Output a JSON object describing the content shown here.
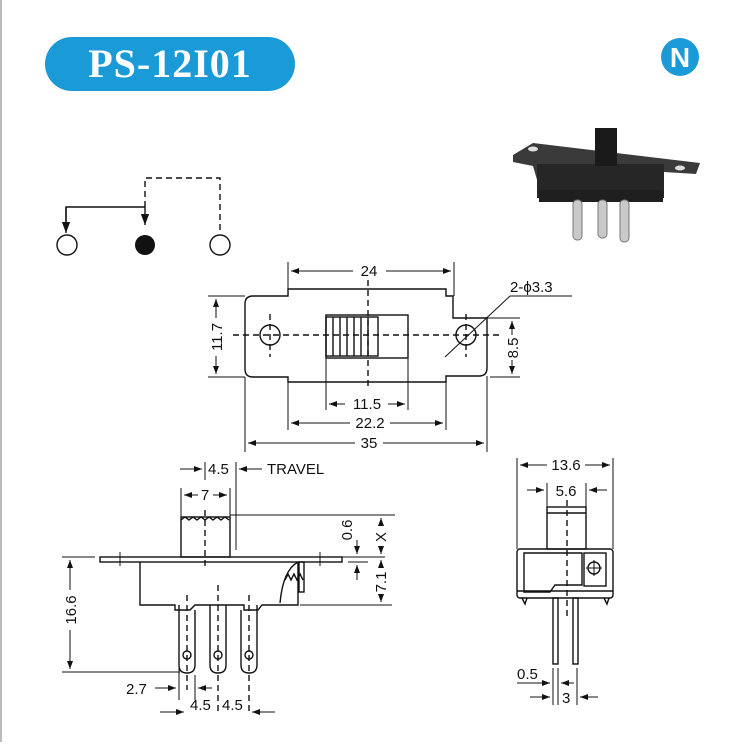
{
  "header": {
    "model": "PS-12I01",
    "logo_letter": "N",
    "brand_color": "#1b9ad8"
  },
  "top_view": {
    "width_top": "24",
    "height_left": "11.7",
    "hole_spec": "2-ϕ3.3",
    "height_right": "8.5",
    "slot_width": "11.5",
    "tab_width": "22.2",
    "overall_width": "35"
  },
  "side_view": {
    "travel_value": "4.5",
    "travel_label": "TRAVEL",
    "actuator_width": "7",
    "dim_06": "0.6",
    "dim_x": "X",
    "dim_71": "7.1",
    "overall_height": "16.6",
    "pin_offset": "2.7",
    "pin_pitch_1": "4.5",
    "pin_pitch_2": "4.5"
  },
  "end_view": {
    "overall_width": "13.6",
    "actuator_width": "5.6",
    "pin_thickness": "0.5",
    "pin_spacing": "3"
  }
}
